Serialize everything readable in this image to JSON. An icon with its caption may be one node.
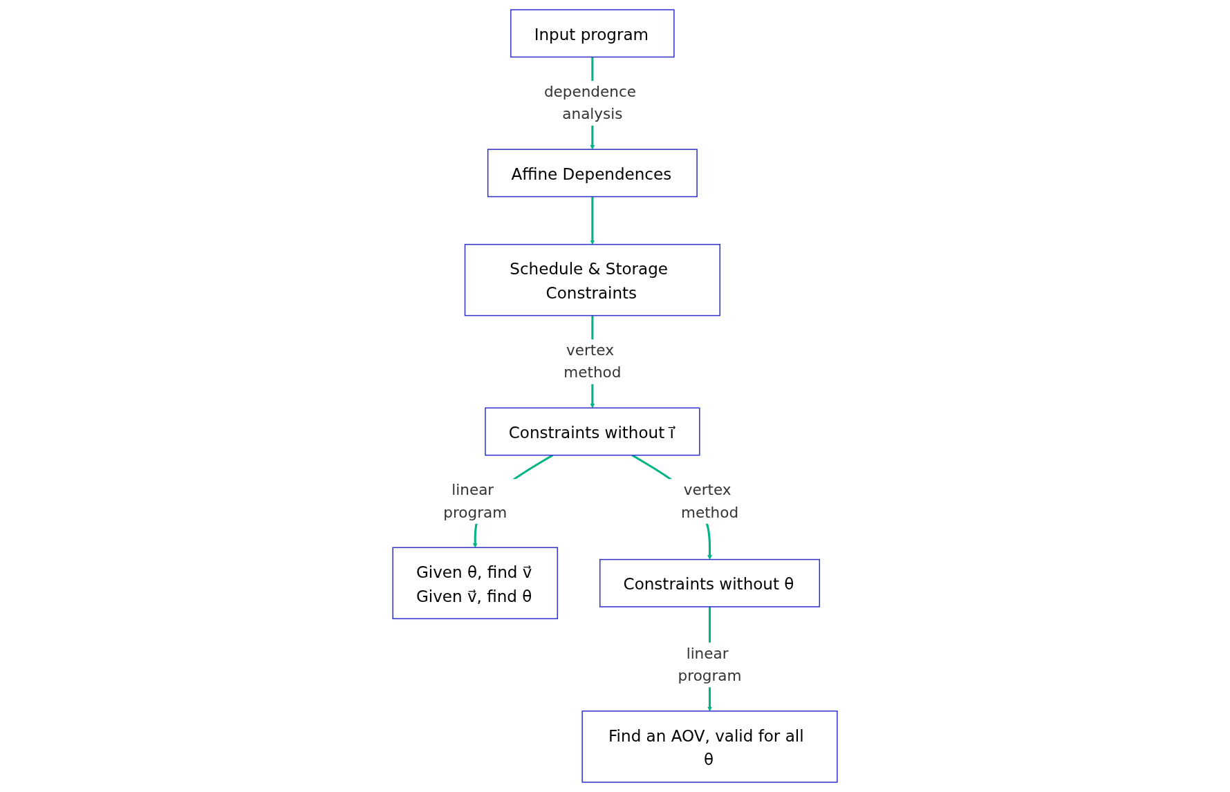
{
  "diagram": {
    "nodes": [
      {
        "text": [
          "Input program"
        ]
      },
      {
        "text": [
          "Affine Dependences"
        ]
      },
      {
        "text": [
          "Schedule & Storage Constraints"
        ]
      },
      {
        "text": [
          "Constraints without i⃗"
        ]
      },
      {
        "text": [
          "Given θ, find v⃗",
          "Given v⃗, find θ"
        ]
      },
      {
        "text": [
          "Constraints without θ"
        ]
      },
      {
        "text": [
          "Find an AOV, valid for all θ"
        ]
      }
    ],
    "edges": [
      {
        "from": 0,
        "to": 1,
        "arrow": "to",
        "label": "dependence analysis"
      },
      {
        "from": 1,
        "to": 2,
        "arrow": "to"
      },
      {
        "from": 2,
        "to": 3,
        "arrow": "to",
        "label": "vertex method"
      },
      {
        "from": 3,
        "to": 4,
        "arrow": "to",
        "label": "linear program"
      },
      {
        "from": 3,
        "to": 5,
        "arrow": "to",
        "label": "vertex method"
      },
      {
        "from": 5,
        "to": 6,
        "arrow": "to",
        "label": "linear program"
      }
    ]
  }
}
